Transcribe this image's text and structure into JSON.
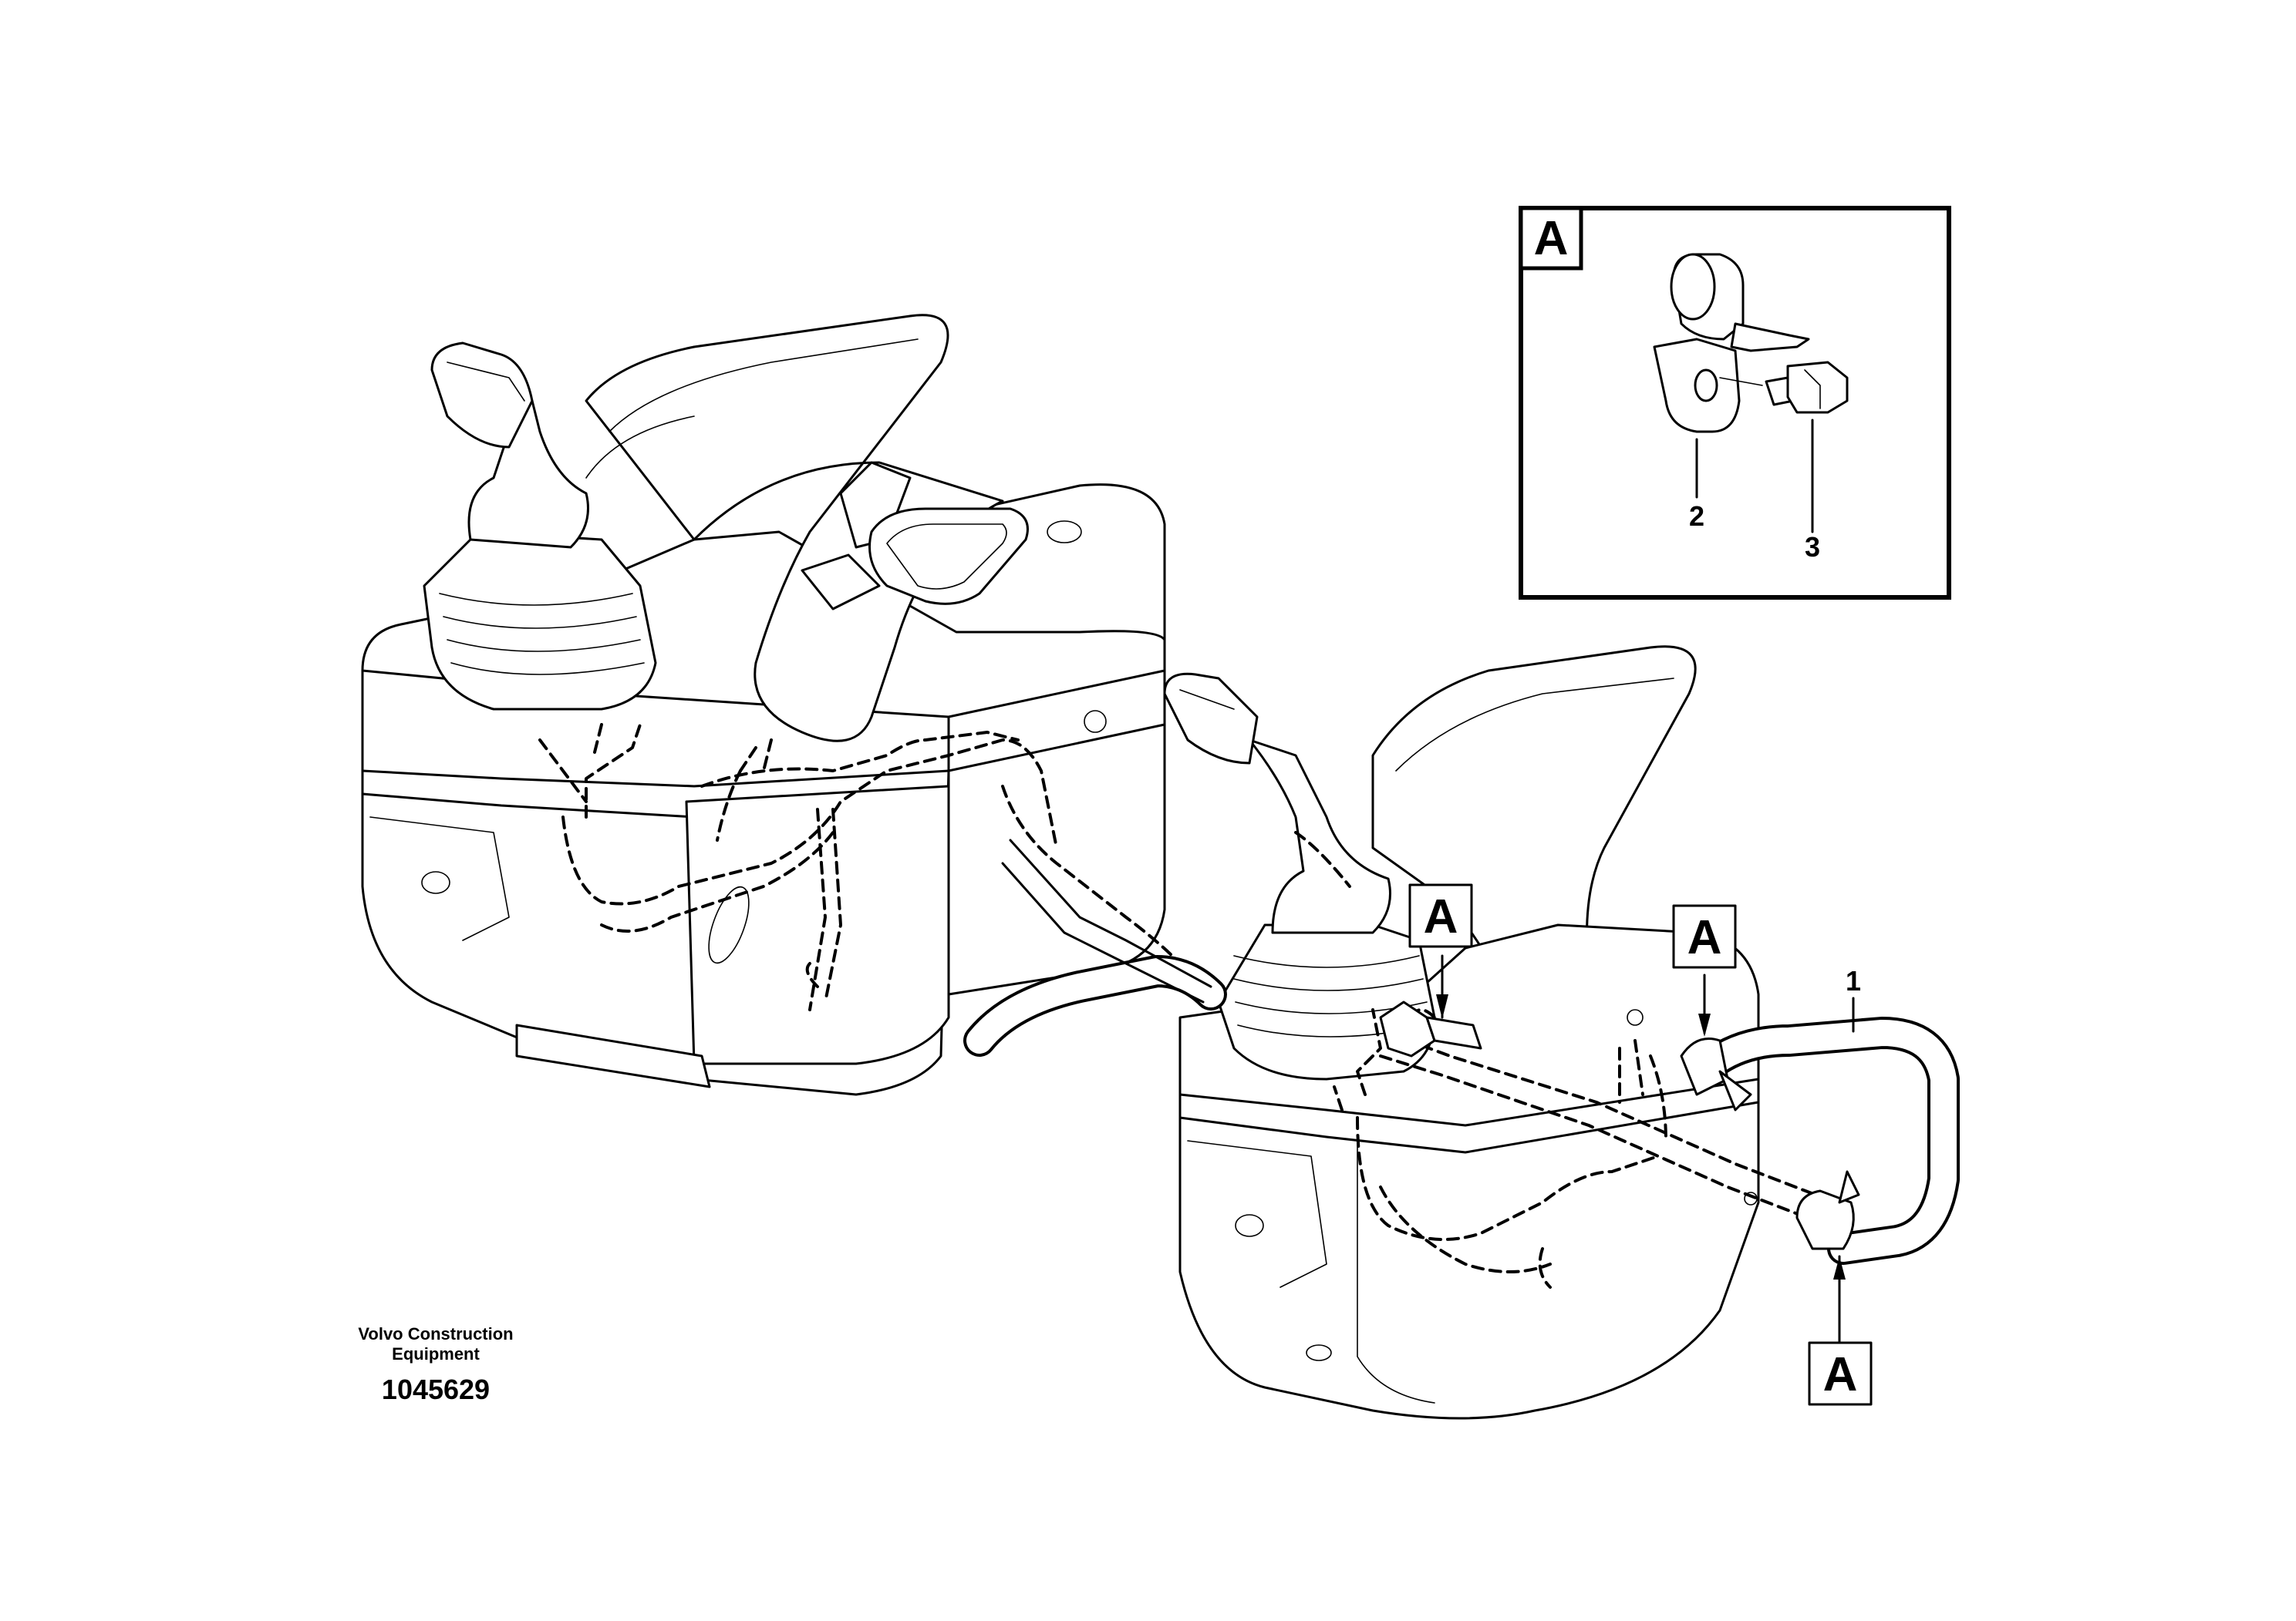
{
  "detail_label": "A",
  "callouts": {
    "item_1": "1",
    "item_2": "2",
    "item_3": "3"
  },
  "markers": [
    "A",
    "A",
    "A"
  ],
  "footer": {
    "company_line1": "Volvo Construction",
    "company_line2": "Equipment",
    "drawing_number": "1045629"
  }
}
